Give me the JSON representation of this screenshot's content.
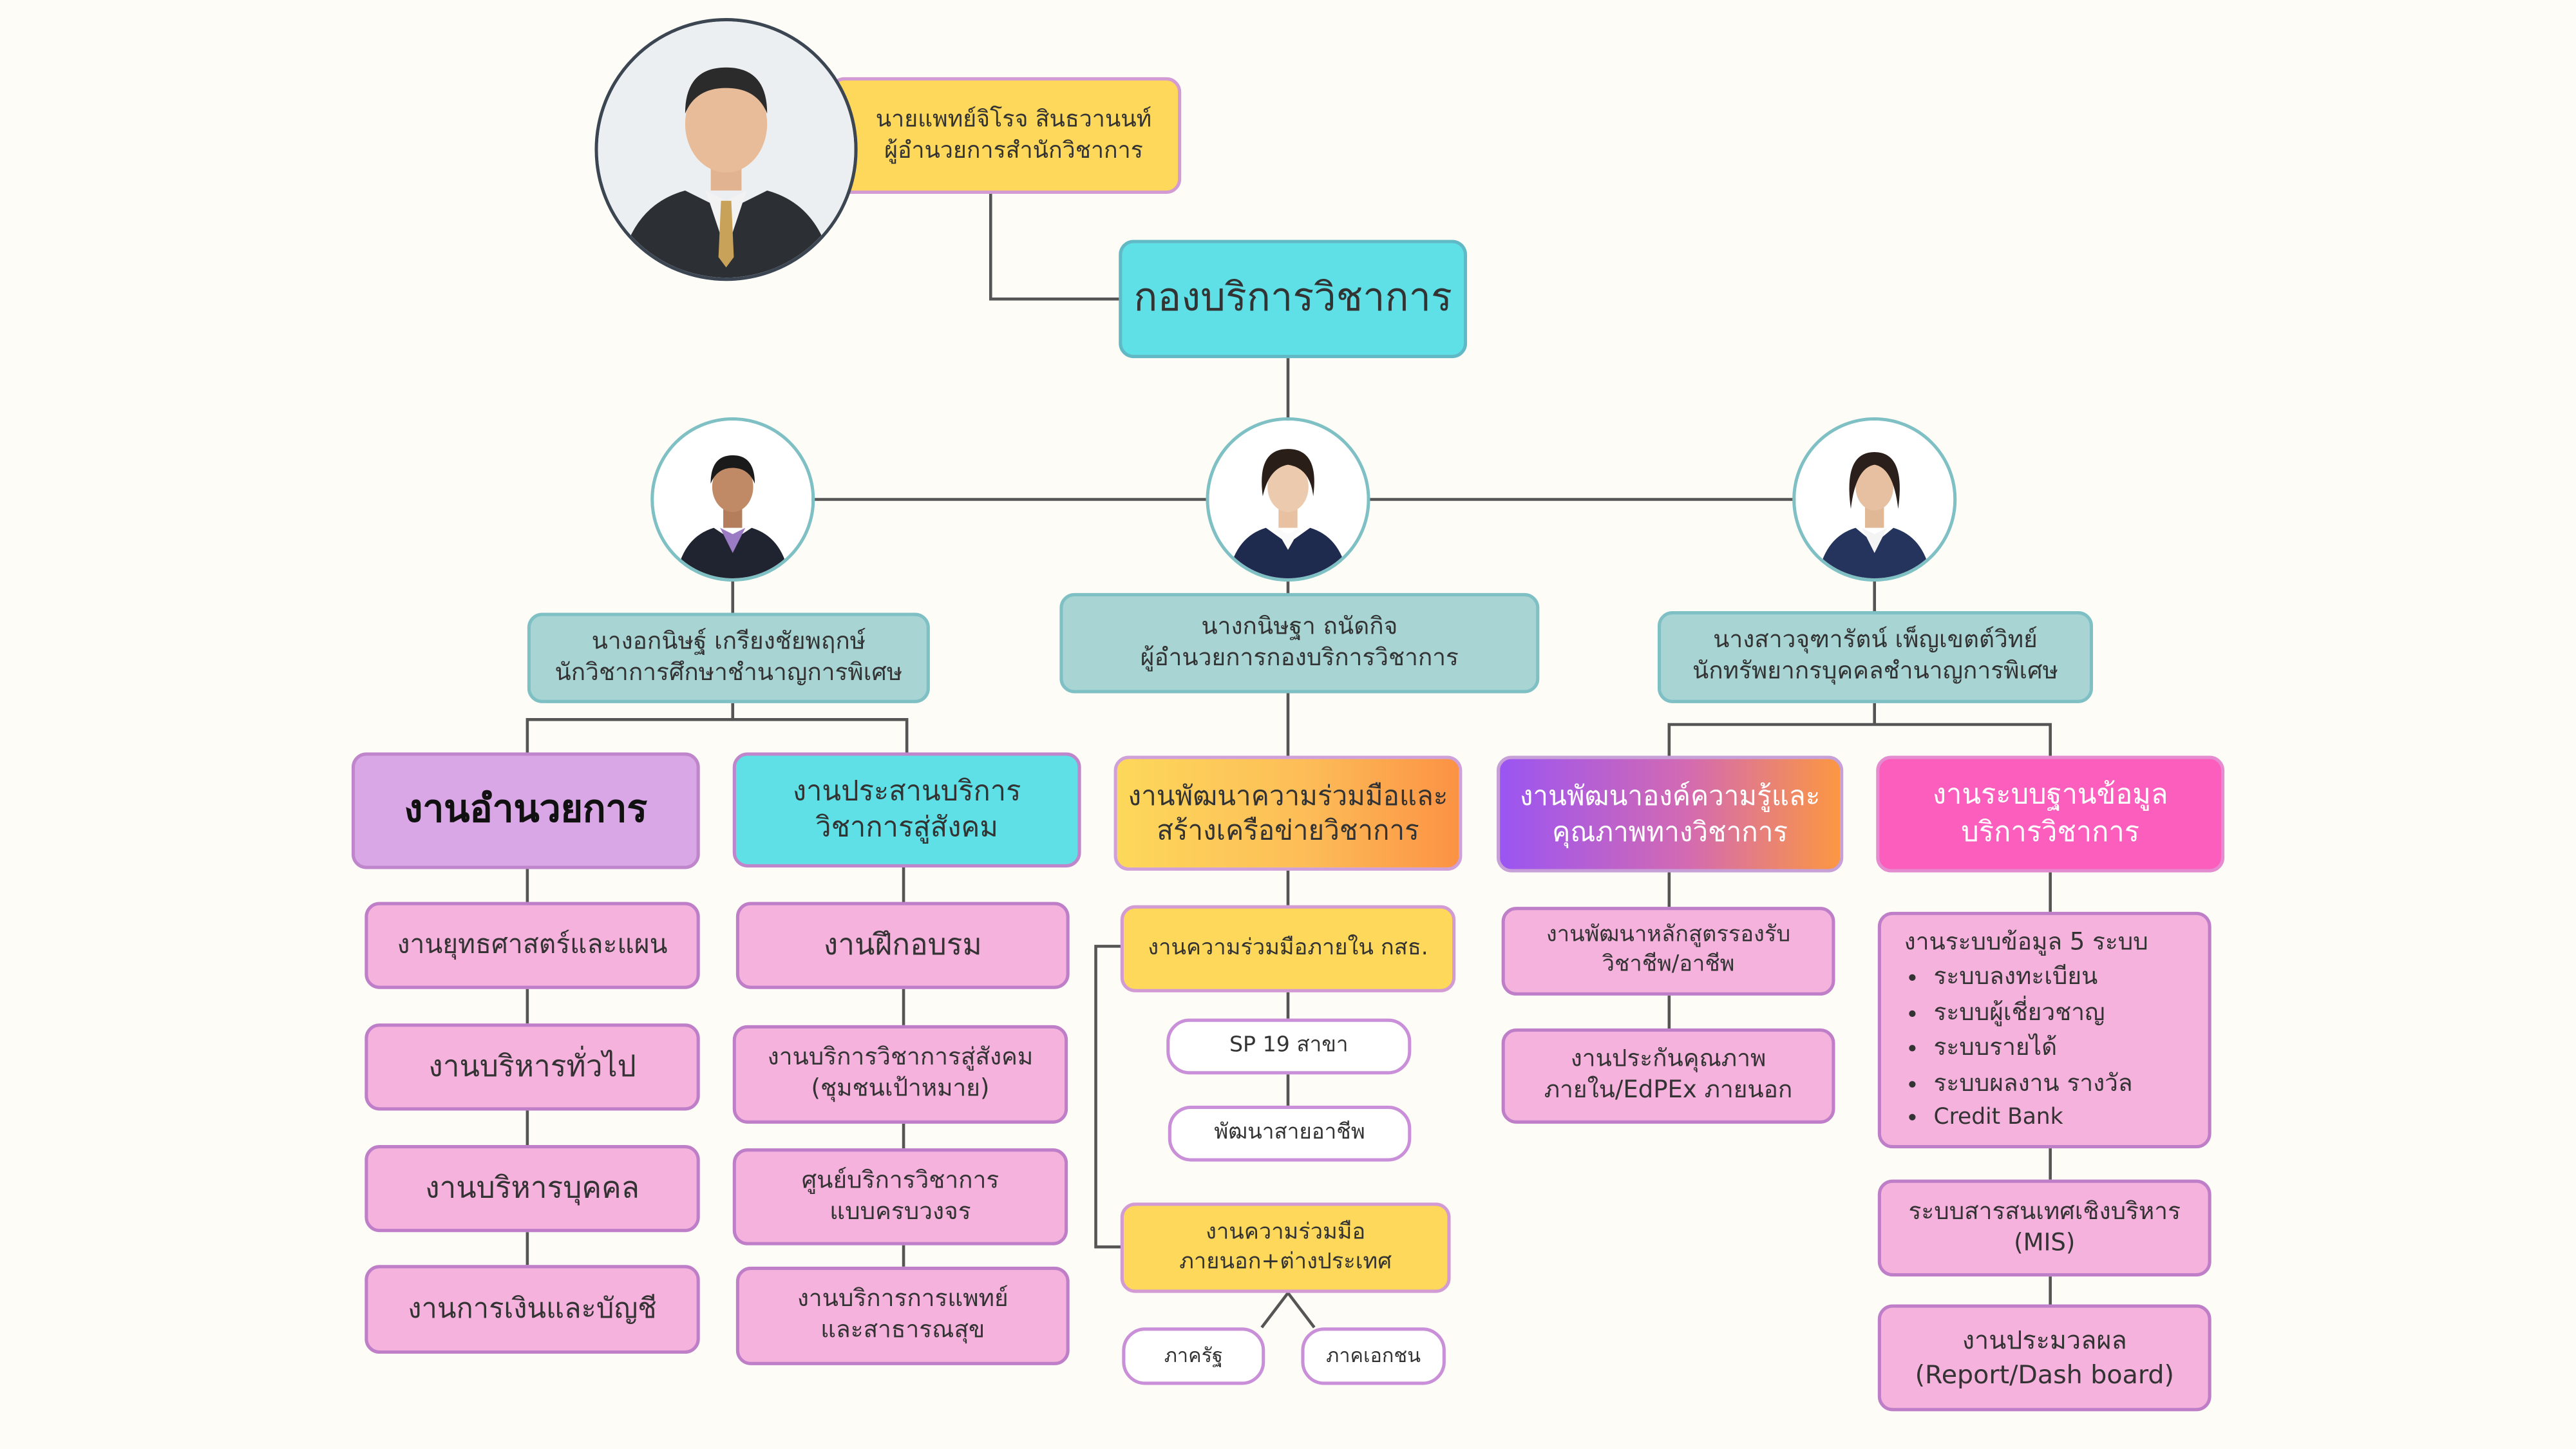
{
  "director": {
    "name": "นายแพทย์จิโรจ สินธวานนท์",
    "position": "ผู้อำนวยการสำนักวิชาการ"
  },
  "division": {
    "title": "กองบริการวิชาการ"
  },
  "people": {
    "left": {
      "name": "นางอกนิษฐ์ เกรียงชัยพฤกษ์",
      "position": "นักวิชาการศึกษาชำนาญการพิเศษ"
    },
    "center": {
      "name": "นางกนิษฐา ถนัดกิจ",
      "position": "ผู้อำนวยการกองบริการวิชาการ"
    },
    "right": {
      "name": "นางสาวจุฑารัตน์ เพ็ญเขตต์วิทย์",
      "position": "นักทรัพยากรบุคคลชำนาญการพิเศษ"
    }
  },
  "units": {
    "admin": {
      "title": "งานอำนวยการ",
      "items": [
        "งานยุทธศาสตร์และแผน",
        "งานบริหารทั่วไป",
        "งานบริหารบุคคล",
        "งานการเงินและบัญชี"
      ]
    },
    "social": {
      "title": [
        "งานประสานบริการ",
        "วิชาการสู่สังคม"
      ],
      "items": [
        [
          "งานฝึกอบรม"
        ],
        [
          "งานบริการวิชาการสู่สังคม",
          "(ชุมชนเป้าหมาย)"
        ],
        [
          "ศูนย์บริการวิชาการ",
          "แบบครบวงจร"
        ],
        [
          "งานบริการการแพทย์",
          "และสาธารณสุข"
        ]
      ]
    },
    "network": {
      "title": [
        "งานพัฒนาความร่วมมือและ",
        "สร้างเครือข่ายวิชาการ"
      ],
      "internal": "งานความร่วมมือภายใน กสธ.",
      "internal_children": [
        "SP 19 สาขา",
        "พัฒนาสายอาชีพ"
      ],
      "external": [
        "งานความร่วมมือ",
        "ภายนอก+ต่างประเทศ"
      ],
      "external_children": [
        "ภาครัฐ",
        "ภาคเอกชน"
      ]
    },
    "knowledge": {
      "title": [
        "งานพัฒนาองค์ความรู้และ",
        "คุณภาพทางวิชาการ"
      ],
      "items": [
        [
          "งานพัฒนาหลักสูตรรองรับ",
          "วิชาชีพ/อาชีพ"
        ],
        [
          "งานประกันคุณภาพ",
          "ภายใน/EdPEx ภายนอก"
        ]
      ]
    },
    "data": {
      "title": [
        "งานระบบฐานข้อมูล",
        "บริการวิชาการ"
      ],
      "systems_heading": "งานระบบข้อมูล 5 ระบบ",
      "systems": [
        "ระบบลงทะเบียน",
        "ระบบผู้เชี่ยวชาญ",
        "ระบบรายได้",
        "ระบบผลงาน รางวัล",
        "Credit Bank"
      ],
      "mis": [
        "ระบบสารสนเทศเชิงบริหาร",
        "(MIS)"
      ],
      "eval": [
        "งานประมวลผล",
        "(Report/Dash board)"
      ]
    }
  },
  "colors": {
    "yellow": "#fdd85a",
    "cyan": "#5fe0e6",
    "teal": "#a8d4d4",
    "pink": "#f4b2dc",
    "lilac": "#d9a6e6",
    "magenta": "#fc5ebe",
    "line": "#555555"
  }
}
